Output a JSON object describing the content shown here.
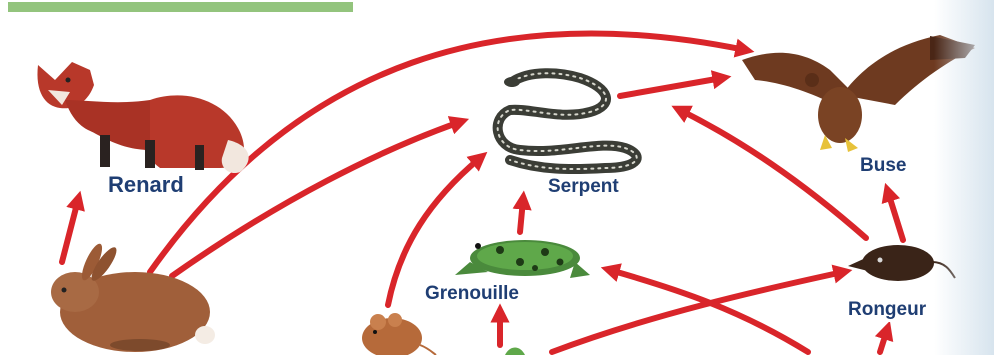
{
  "labels": {
    "renard": "Renard",
    "serpent": "Serpent",
    "buse": "Buse",
    "grenouille": "Grenouille",
    "rongeur": "Rongeur"
  },
  "colors": {
    "arrow": "#d9252a",
    "label_text": "#1f3e73",
    "header_bar": "#93c47d"
  },
  "illustrations": [
    "fox",
    "rabbit",
    "snake",
    "frog",
    "hawk",
    "shrew",
    "mouse"
  ]
}
